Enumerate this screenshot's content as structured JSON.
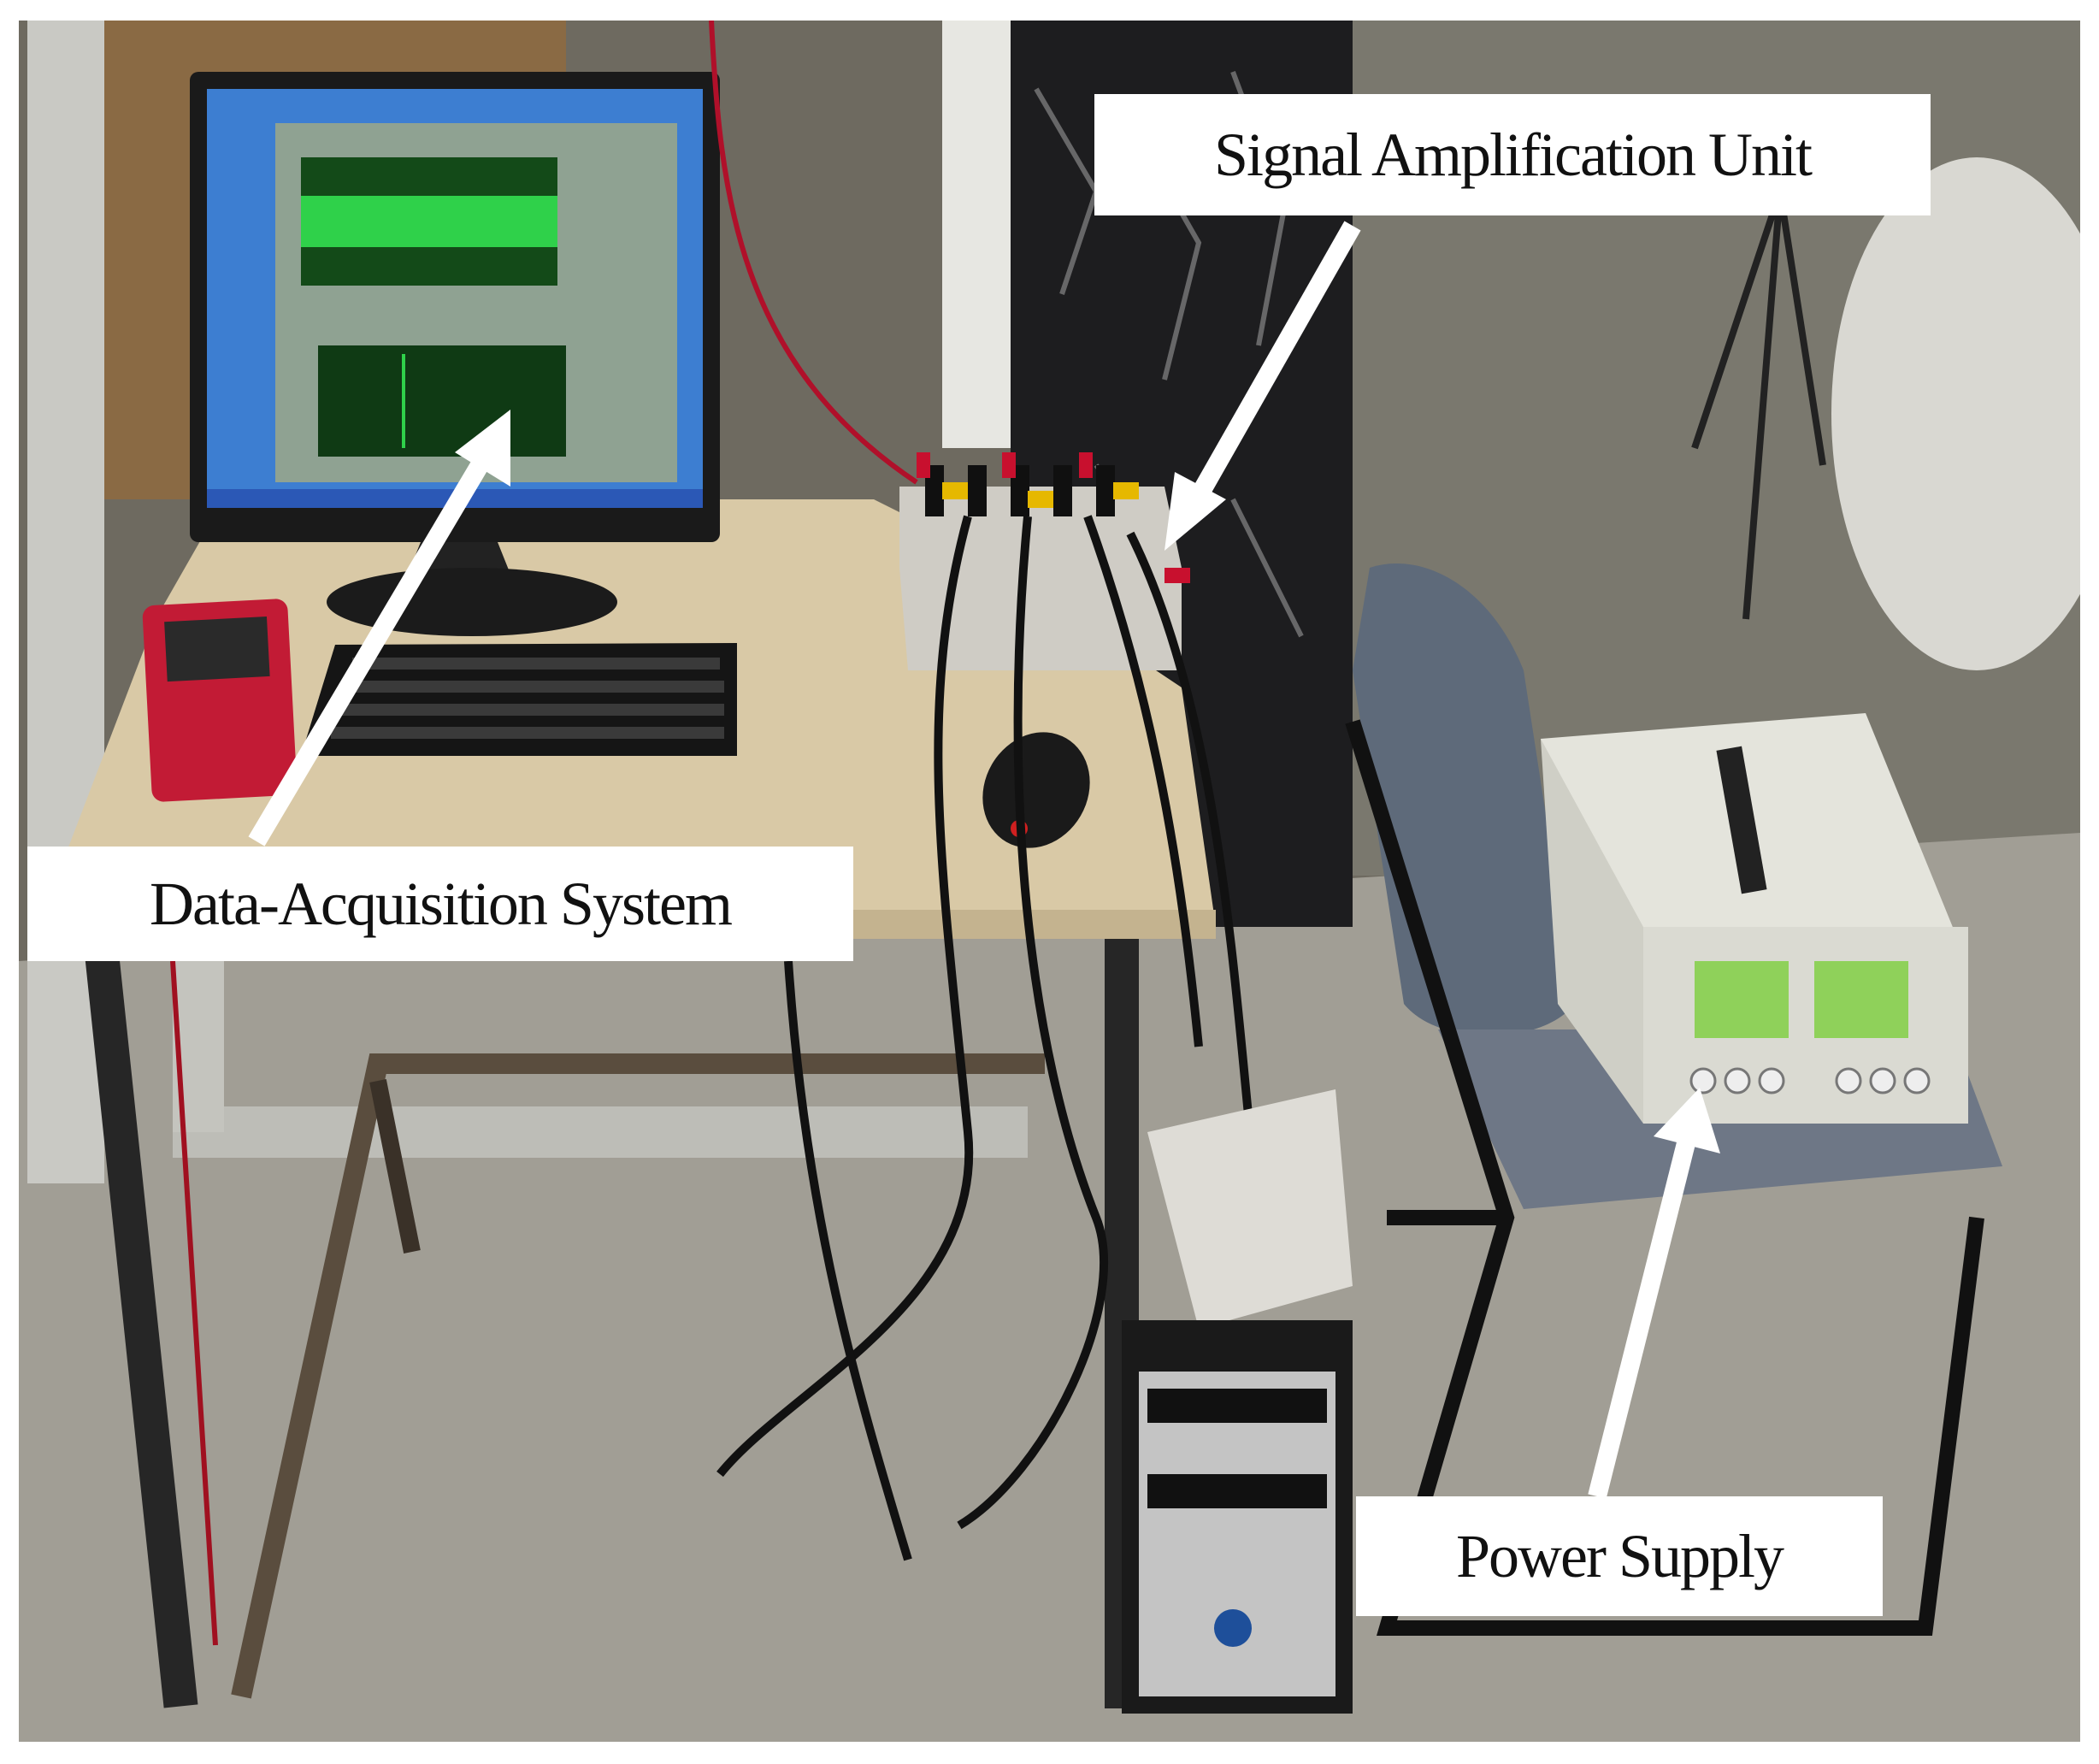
{
  "labels": {
    "signal_amplification_unit": "Signal Amplification Unit",
    "data_acquisition_system": "Data-Acquisition System",
    "power_supply": "Power Supply"
  },
  "colors": {
    "label_background": "#ffffff",
    "label_text": "#111111",
    "arrow": "#ffffff",
    "screen_signal": "#2fd14a",
    "power_display": "#8fd15a"
  }
}
